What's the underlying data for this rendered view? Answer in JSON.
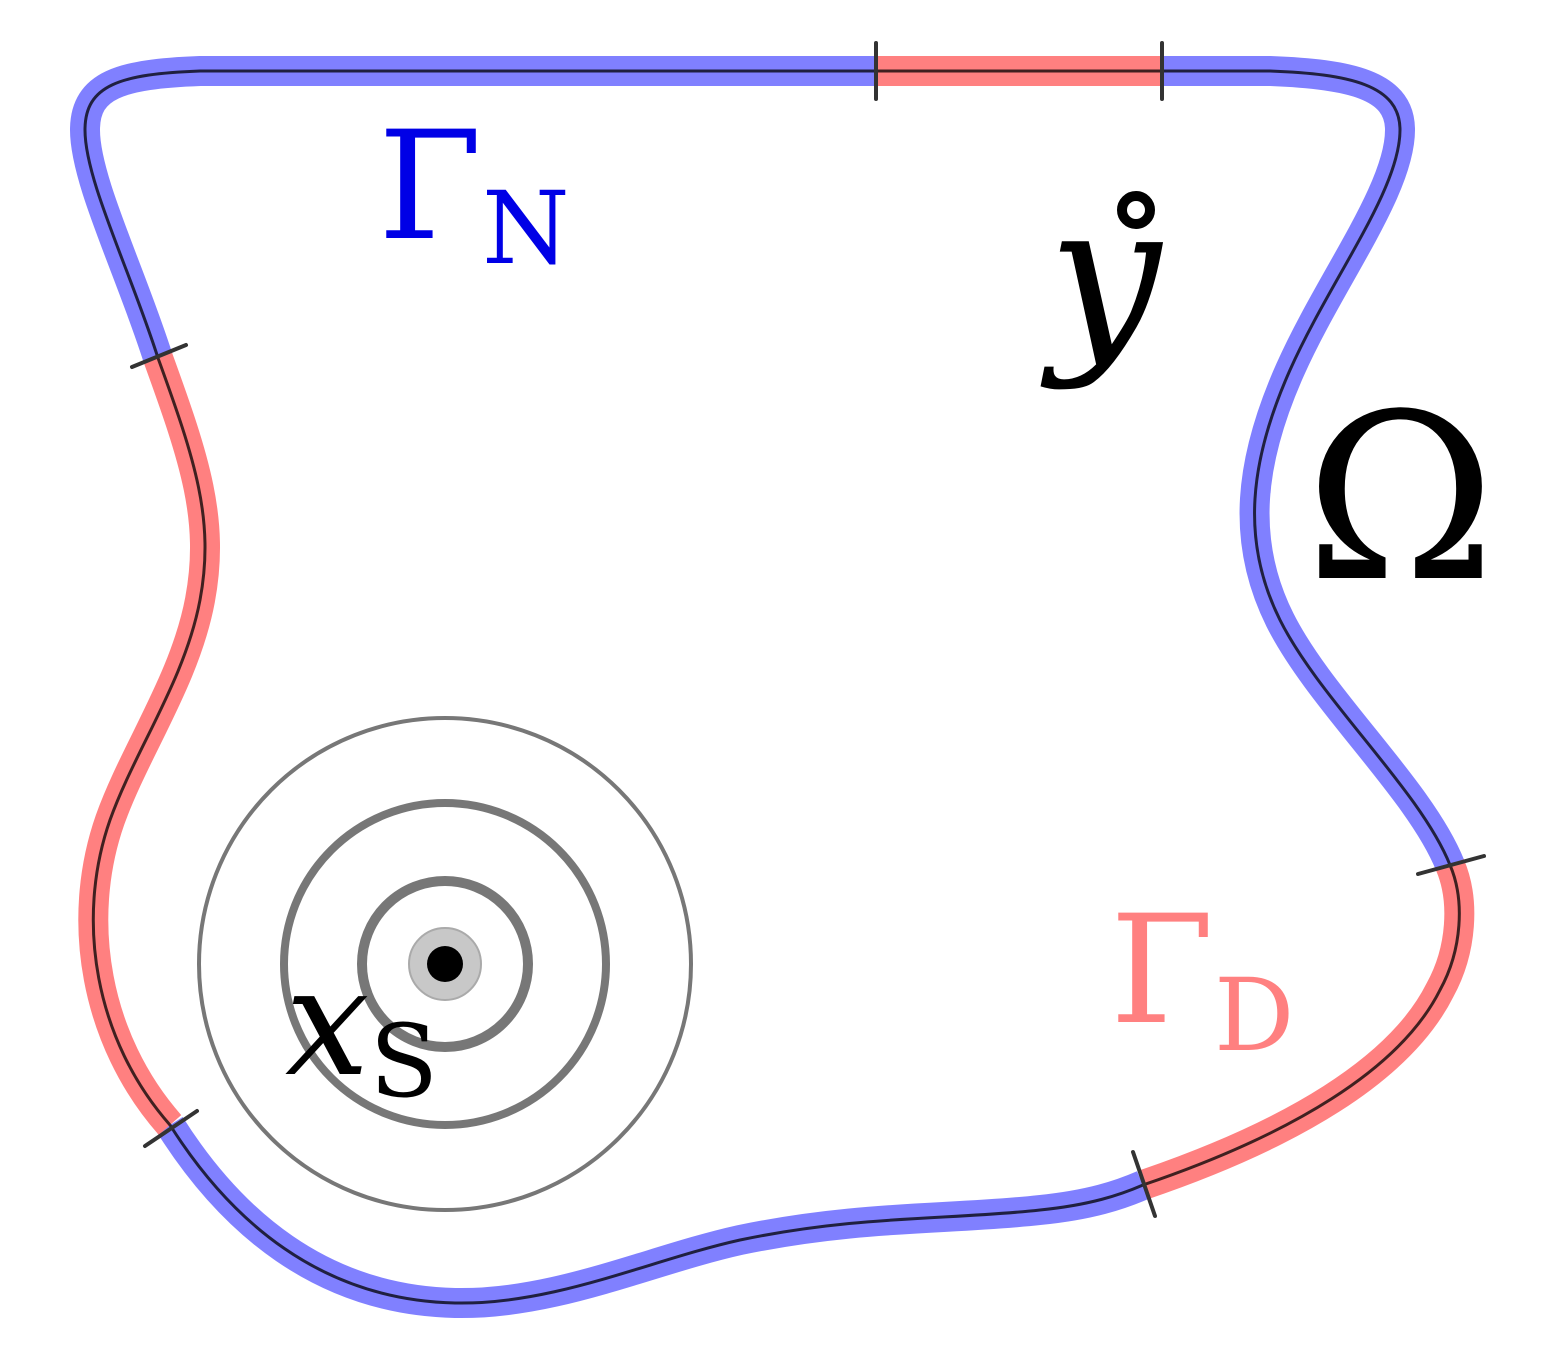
{
  "labels": {
    "neumann": {
      "symbol": "Γ",
      "subscript": "N"
    },
    "dirichlet": {
      "symbol": "Γ",
      "subscript": "D"
    },
    "domain": {
      "symbol": "Ω"
    },
    "receiver": {
      "symbol": "y"
    },
    "source": {
      "symbol": "x",
      "subscript": "S"
    }
  },
  "colors": {
    "neumann": "#8080ff",
    "neumann_text": "#0000e6",
    "dirichlet": "#ff8080",
    "outline": "#000000",
    "wavefront": "#777777",
    "source_halo": "#c8c8c8"
  }
}
